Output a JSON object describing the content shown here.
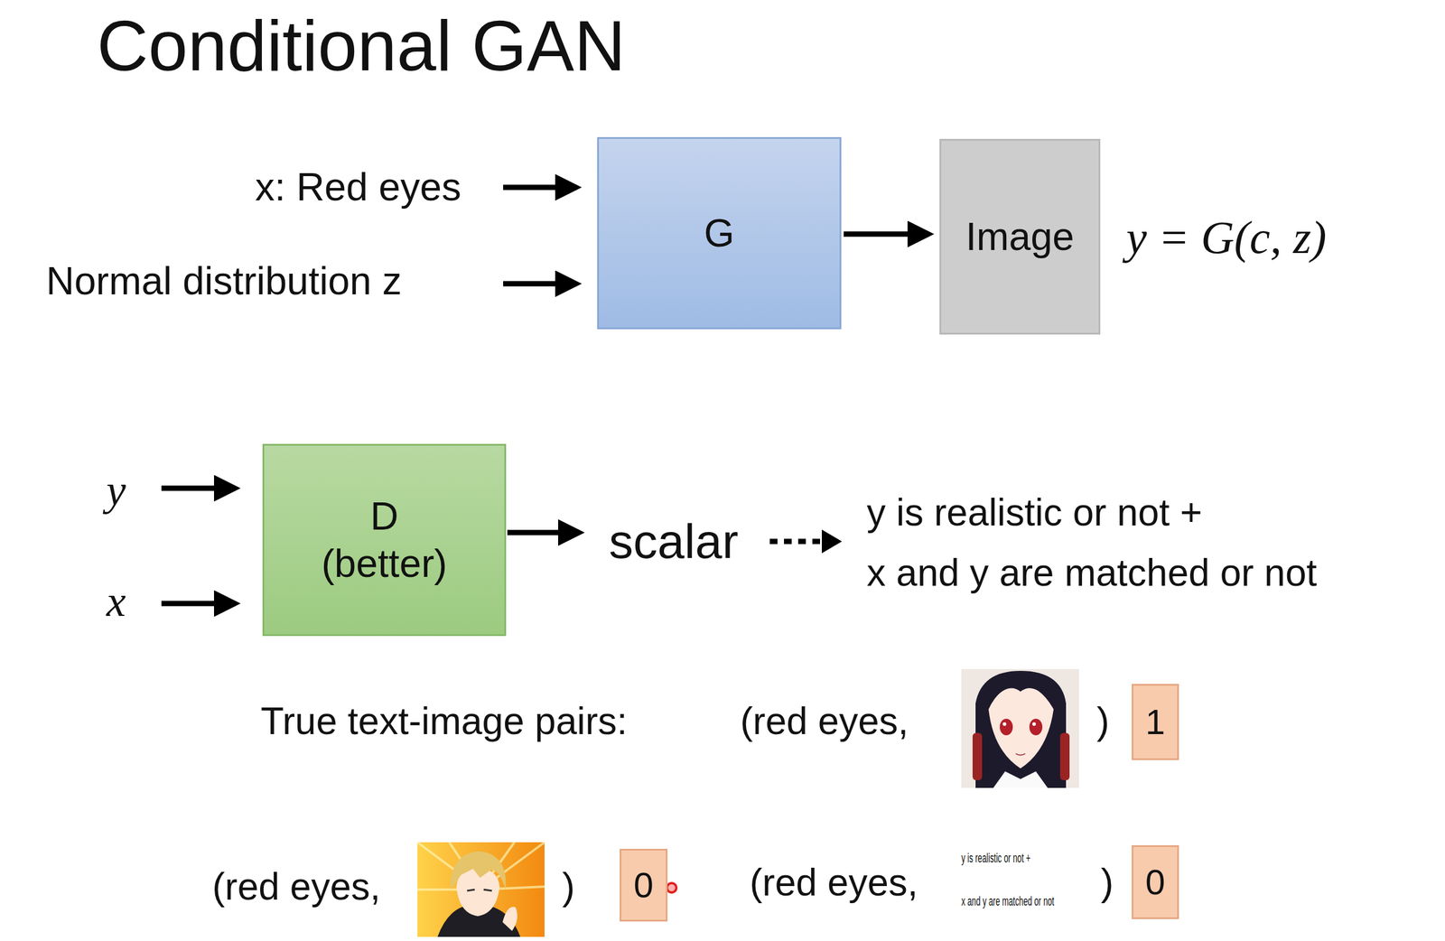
{
  "diagram": {
    "title": "Conditional GAN",
    "nodes": [
      {
        "text": [
          "G"
        ]
      },
      {
        "text": [
          "Image"
        ]
      },
      {
        "text": [
          "D",
          "(better)"
        ]
      },
      {
        "text": [
          "1"
        ]
      },
      {
        "text": [
          "0"
        ]
      },
      {
        "text": [
          "0"
        ]
      }
    ],
    "edges": [
      {
        "from": 0,
        "to": 1,
        "arrow": "to"
      }
    ],
    "labels": [
      "x: Red eyes",
      "Normal distribution z",
      "y = G(c, z)",
      "y",
      "x",
      "scalar",
      "y is realistic or not +",
      "x and y are matched or not",
      "True text-image pairs:",
      "(red eyes,",
      ")",
      "(red eyes,",
      ")",
      "(red eyes,",
      "y is realistic or not +",
      "x and y are matched or not",
      ")"
    ]
  }
}
